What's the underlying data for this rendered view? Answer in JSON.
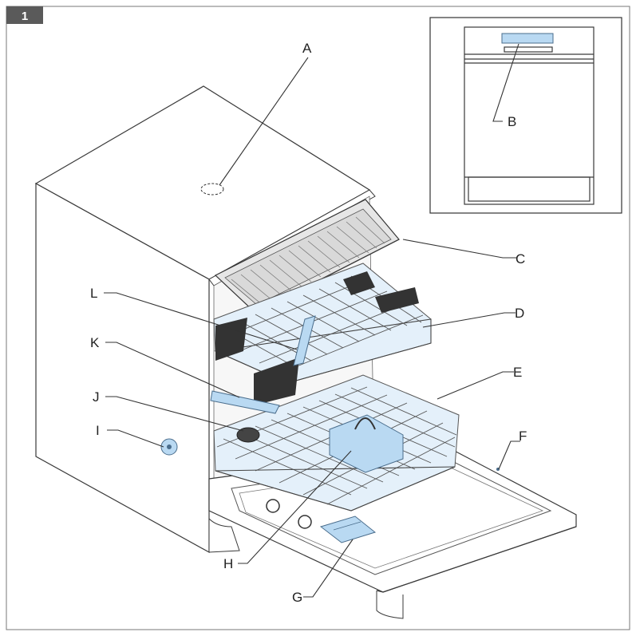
{
  "figure": {
    "number": "1",
    "colors": {
      "badge": "#5a5a5a",
      "highlight": "#b9d9f2",
      "line": "#333333"
    }
  },
  "labels": {
    "A": "A",
    "B": "B",
    "C": "C",
    "D": "D",
    "E": "E",
    "F": "F",
    "G": "G",
    "H": "H",
    "I": "I",
    "J": "J",
    "K": "K",
    "L": "L"
  }
}
